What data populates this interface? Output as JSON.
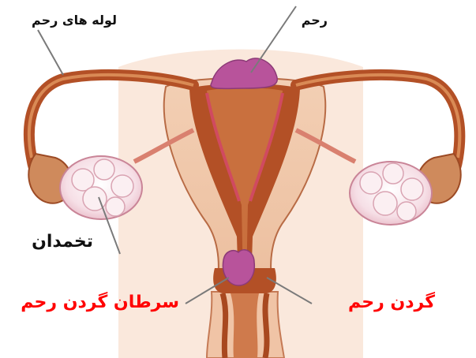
{
  "labels": {
    "tubes": "لوله های رحم",
    "uterus": "رحم",
    "ovary": "تخمدان",
    "cervical_cancer": "سرطان گردن رحم",
    "cervix": "گردن رحم"
  },
  "colors": {
    "black_label": "#111111",
    "red_label": "#ff0000",
    "skin": "#f2c9ac",
    "muscle": "#b5542c",
    "inner": "#c96b3b",
    "tumor": "#b8539b",
    "ovary": "#f7e6ea",
    "leader": "#7a7a7a"
  }
}
